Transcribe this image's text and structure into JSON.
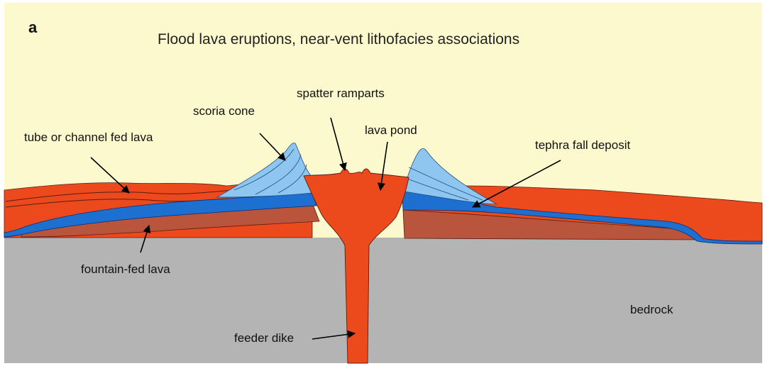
{
  "panel_letter": "a",
  "title": "Flood lava eruptions, near-vent lithofacies associations",
  "labels": {
    "spatter_ramparts": "spatter ramparts",
    "scoria_cone": "scoria cone",
    "lava_pond": "lava pond",
    "tube_channel_lava": "tube or channel fed lava",
    "tephra_fall": "tephra fall deposit",
    "fountain_fed_lava": "fountain-fed lava",
    "bedrock": "bedrock",
    "feeder_dike": "feeder dike"
  },
  "colors": {
    "sky": "#fdf9cf",
    "lava": "#ec4a1d",
    "fountain_lava": "#b9543d",
    "tephra": "#1d6fd0",
    "scoria": "#8ec6ef",
    "bedrock": "#b4b4b4",
    "outline": "#3a1a10"
  }
}
